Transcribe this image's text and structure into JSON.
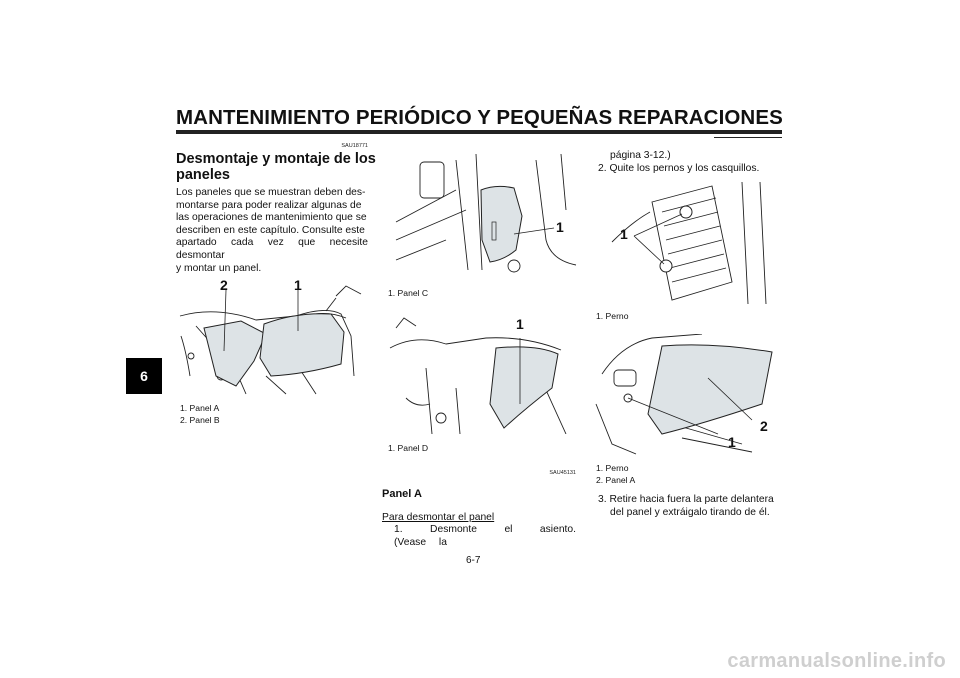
{
  "header": {
    "title": "MANTENIMIENTO PERIÓDICO Y PEQUEÑAS REPARACIONES",
    "chapter_tab": "6"
  },
  "col1": {
    "code": "SAU18771",
    "heading_line1": "Desmontaje y montaje de los",
    "heading_line2": "paneles",
    "para": [
      "Los paneles que se muestran deben des-",
      "montarse para poder realizar algunas de",
      "las operaciones de mantenimiento que se",
      "describen en este capítulo. Consulte este",
      "apartado cada vez que necesite desmontar",
      "y montar un panel."
    ],
    "fig1": {
      "callouts": [
        "2",
        "1"
      ],
      "captions": [
        "1. Panel A",
        "2. Panel B"
      ]
    }
  },
  "col2": {
    "fig2": {
      "callout": "1",
      "caption": "1. Panel C"
    },
    "fig3": {
      "callout": "1",
      "caption": "1. Panel D"
    },
    "code": "SAU45131",
    "subheading": "Panel A",
    "underline": "Para desmontar el panel",
    "step1": "1. Desmonte el asiento. (Vease la"
  },
  "col3": {
    "cont": "página 3-12.)",
    "step2": "2. Quite los pernos y los casquillos.",
    "fig4": {
      "callout": "1",
      "caption": "1. Perno"
    },
    "fig5": {
      "callouts": [
        "2",
        "1"
      ],
      "captions": [
        "1. Perno",
        "2. Panel A"
      ]
    },
    "step3_line1": "3. Retire hacia fuera la parte delantera",
    "step3_line2": "del panel y extráigalo tirando de él."
  },
  "footer": {
    "page": "6-7",
    "watermark": "carmanualsonline.info"
  }
}
